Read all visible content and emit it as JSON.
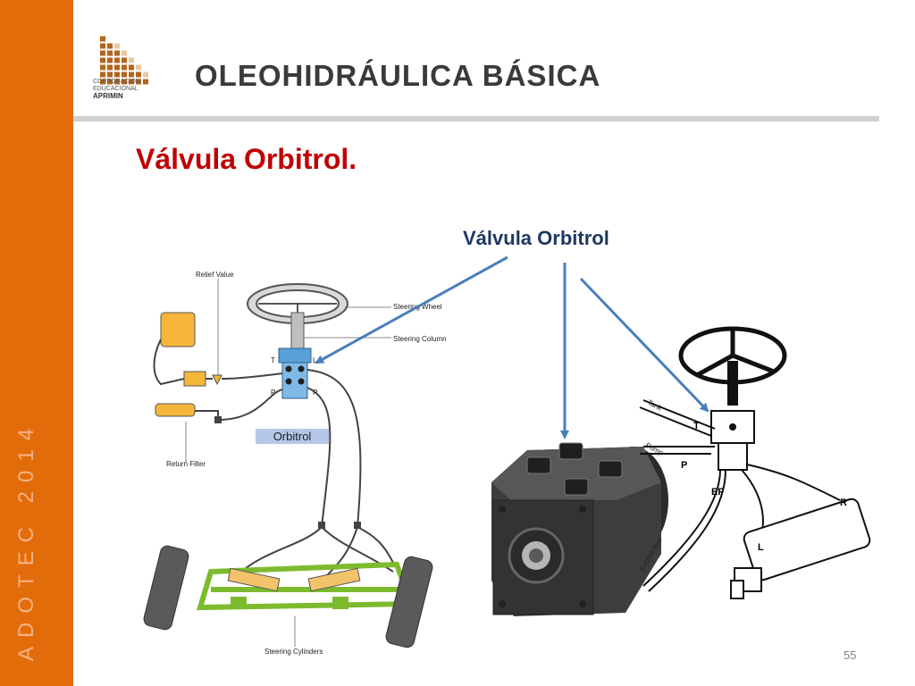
{
  "sidebar": {
    "vertical_text": "ADOTEC 2014"
  },
  "logo": {
    "line1": "CORPORACION",
    "line2": "EDUCACIONAL",
    "brand": "APRIMIN"
  },
  "header": {
    "title": "OLEOHIDRÁULICA BÁSICA"
  },
  "slide": {
    "title": "Válvula Orbitrol.",
    "callout": "Válvula Orbitrol",
    "page_number": "55"
  },
  "left_diagram": {
    "labels": {
      "relief": "Relief Value",
      "wheel": "Steering Wheel",
      "column": "Steering Column",
      "filter": "Return Filter",
      "cylinders": "Steering Cylinders",
      "orbitrol": "Orbitrol",
      "port_t": "T",
      "port_l": "L",
      "port_p": "P",
      "port_r": "R"
    }
  },
  "right_diagram": {
    "labels": {
      "tank": "Tank",
      "pump": "Pump",
      "excess": "Excess flow",
      "t": "T",
      "p": "P",
      "ef": "EF",
      "r": "R",
      "l": "L"
    }
  },
  "colors": {
    "sidebar": "#e36c0a",
    "title_red": "#c00000",
    "callout_navy": "#1f3864",
    "arrow_blue": "#4a7ebb"
  }
}
